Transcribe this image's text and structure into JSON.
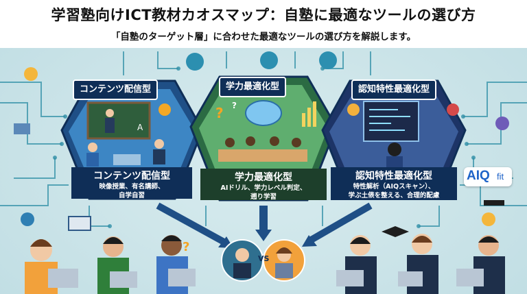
{
  "header": {
    "title": "学習塾向けICT教材カオスマップ：自塾に最適なツールの選び方",
    "subtitle": "「自塾のターゲット層」に合わせた最適なツールの選び方を解説します。"
  },
  "panels": [
    {
      "label": "コンテンツ配信型",
      "caption_title": "コンテンツ配信型",
      "caption_lines": [
        "映像授業、有名講師、",
        "自学自習"
      ]
    },
    {
      "label": "学力最適化型",
      "caption_title": "学力最適化型",
      "caption_lines": [
        "AIドリル、学力レベル判定、",
        "遡り学習"
      ]
    },
    {
      "label": "認知特性最適化型",
      "caption_title": "認知特性最適化型",
      "caption_lines": [
        "特性解析（AIQスキャン）、",
        "学ぶ土俵を整える、合理的配慮"
      ]
    }
  ],
  "logo": {
    "main": "AIQ",
    "suffix": "fit"
  },
  "vs_label": "VS",
  "colors": {
    "navy": "#0f2e57",
    "panel_left": "#2a6fa8",
    "panel_center": "#3f8f5a",
    "panel_right": "#243f75",
    "circuit": "#2f8fa6",
    "brand": "#1e63c8"
  }
}
